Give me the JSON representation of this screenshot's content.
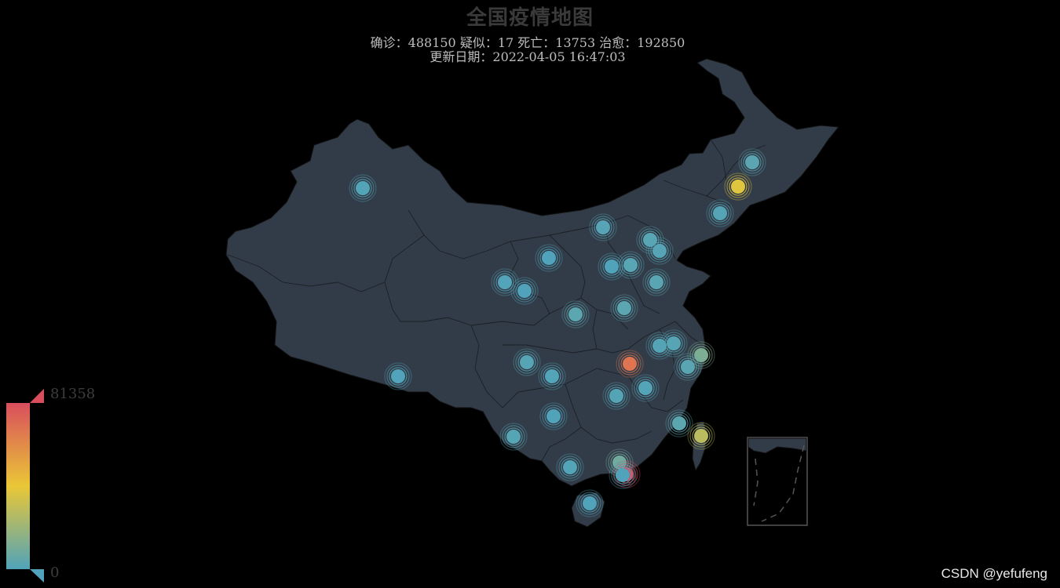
{
  "title": {
    "text": "全国疫情地图",
    "line1": "确诊：488150 疑似：17 死亡：13753 治愈：192850",
    "line2": "更新日期：2022-04-05 16:47:03"
  },
  "visual_map": {
    "max_label": "81358",
    "min_label": "0",
    "max": 81358,
    "min": 0,
    "colors": [
      "#50a3ba",
      "#eac736",
      "#d94e5d"
    ]
  },
  "map": {
    "land_color": "#323c48",
    "background": "#000000",
    "inset": "south-china-sea"
  },
  "watermark": "CSDN @yefufeng",
  "points": [
    {
      "name": "xinjiang",
      "value": 1000
    },
    {
      "name": "tibet",
      "value": 1
    },
    {
      "name": "heilongjiang",
      "value": 2700
    },
    {
      "name": "jilin",
      "value": 38000
    },
    {
      "name": "liaoning",
      "value": 1400
    },
    {
      "name": "inner-mongolia",
      "value": 1500
    },
    {
      "name": "beijing",
      "value": 2200
    },
    {
      "name": "tianjin",
      "value": 1600
    },
    {
      "name": "hebei",
      "value": 2000
    },
    {
      "name": "shanxi",
      "value": 260
    },
    {
      "name": "shandong",
      "value": 2400
    },
    {
      "name": "ningxia",
      "value": 120
    },
    {
      "name": "gansu",
      "value": 680
    },
    {
      "name": "qinghai",
      "value": 30
    },
    {
      "name": "shaanxi",
      "value": 3300
    },
    {
      "name": "henan",
      "value": 2900
    },
    {
      "name": "jiangsu",
      "value": 1800
    },
    {
      "name": "anhui",
      "value": 1100
    },
    {
      "name": "shanghai",
      "value": 12000
    },
    {
      "name": "zhejiang",
      "value": 2500
    },
    {
      "name": "hubei",
      "value": 68300
    },
    {
      "name": "chongqing",
      "value": 700
    },
    {
      "name": "sichuan",
      "value": 1900
    },
    {
      "name": "hunan",
      "value": 1300
    },
    {
      "name": "jiangxi",
      "value": 1000
    },
    {
      "name": "guizhou",
      "value": 170
    },
    {
      "name": "yunnan",
      "value": 1700
    },
    {
      "name": "guangxi",
      "value": 1000
    },
    {
      "name": "fujian",
      "value": 3100
    },
    {
      "name": "taiwan",
      "value": 28000
    },
    {
      "name": "guangdong",
      "value": 9000
    },
    {
      "name": "hongkong",
      "value": 81358
    },
    {
      "name": "macau",
      "value": 80
    },
    {
      "name": "hainan",
      "value": 180
    }
  ]
}
